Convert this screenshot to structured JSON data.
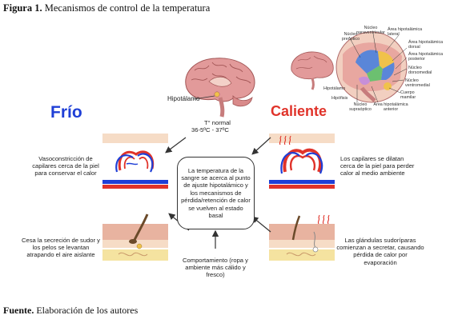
{
  "figure": {
    "label": "Figura 1.",
    "title": "Mecanismos de control de la temperatura",
    "source_label": "Fuente.",
    "source_text": "Elaboración de los autores"
  },
  "labels": {
    "cold": "Frío",
    "hot": "Caliente",
    "hypothalamus": "Hipotálamo",
    "normal_temp_line1": "T° normal",
    "normal_temp_line2": "36-5ºC - 37ºC"
  },
  "cold_side": {
    "vasoconstriction": "Vasoconstricción de capilares cerca de la piel para conservar el calor",
    "sweat_stop": "Cesa la secreción de sudor y los pelos se levantan atrapando el aire aislante"
  },
  "hot_side": {
    "vasodilation": "Los capilares se dilatan cerca de la piel para perder calor al medio ambiente",
    "sweat_glands": "Las glándulas sudoríparas comienzan a secretar, causando pérdida de calor por evaporación"
  },
  "center": {
    "box_text": "La temperatura de la sangre se acerca al punto de ajuste hipotalámico y los mecanismos de pérdida/retención de calor se vuelven al estado basal",
    "behavior": "Comportamiento (ropa y ambiente más cálido y fresco)"
  },
  "nuclei": {
    "preoptic": "Núcleo preóptico",
    "paraventricular": "Núcleo paraventricular",
    "lateral_area": "Área hipotalámica lateral",
    "dorsal_area": "Área hipotalámica dorsal",
    "posterior_area": "Área hipotalámica posterior",
    "dorsomedial": "Núcleo dorsomedial",
    "ventromedial": "Núcleo ventromedial",
    "mammillary": "Cuerpo mamilar",
    "supraoptic": "Núcleo supraóptico",
    "anterior_area": "Área hipotalámica anterior",
    "hypothalamus_small": "Hipotálamo",
    "pituitary": "Hipófisis"
  },
  "colors": {
    "cold_blue": "#1f3fd6",
    "hot_red": "#e0332a",
    "brain_pink": "#e29a9a",
    "skin_top": "#f6dcc6",
    "skin_yellow": "#f5e3a0"
  }
}
